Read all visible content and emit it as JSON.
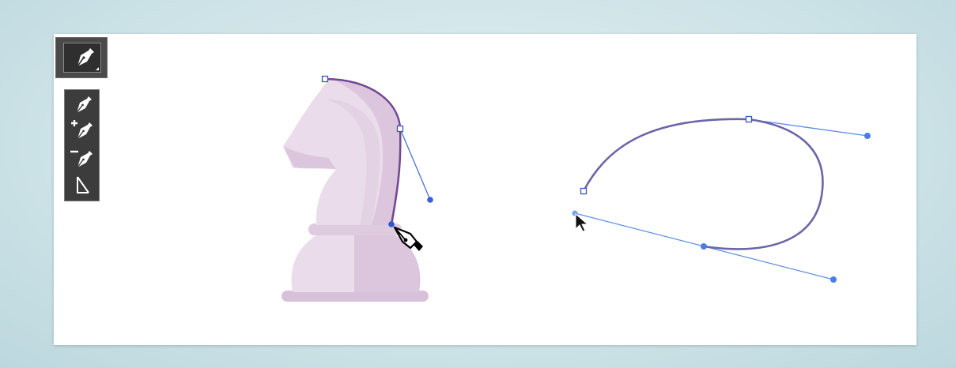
{
  "toolbar": {
    "active_tool": "pen-tool",
    "flyout_tools": [
      "pen-tool",
      "add-anchor-point-tool",
      "delete-anchor-point-tool",
      "convert-anchor-point-tool"
    ]
  },
  "colors": {
    "background": "#cfe5e9",
    "artboard": "#ffffff",
    "path_stroke": "#6a66a8",
    "handle_line": "#5b8ee0",
    "anchor_fill": "#3a6fe0",
    "knight_light": "#eadcea",
    "knight_mid": "#dcc6dd",
    "knight_dark": "#cfb3d1"
  }
}
